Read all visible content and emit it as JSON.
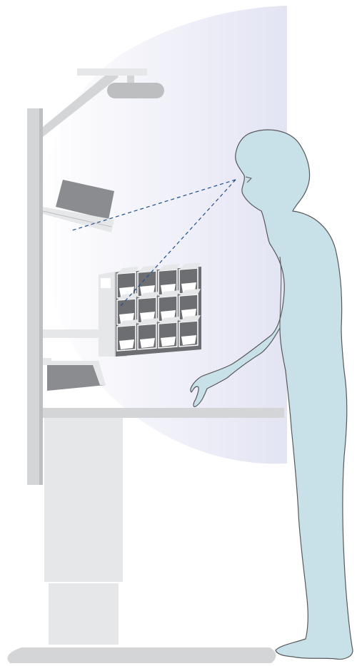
{
  "diagram": {
    "kind": "ergonomic-workstation-side-view",
    "colors": {
      "reach_zone": "#e3e4f3",
      "reach_zone_edge": "#ffffff",
      "frame": "#d4d5d7",
      "frame_light": "#e6e7e8",
      "frame_shadow": "#bdbec0",
      "person_fill": "#c8e0e8",
      "person_outline": "#58595b",
      "monitor_dark": "#8b8c8f",
      "bin_face": "#ffffff",
      "bin_interior": "#6d6e71",
      "sightline": "#1f4e8c"
    },
    "sightline_style": "dashed",
    "bin_rack": {
      "rows": 3,
      "columns": 4
    },
    "parts": [
      "overhead-light",
      "upright-post",
      "monitor-shelf",
      "parts-bin-rack",
      "lower-shelf",
      "work-surface",
      "pedestal-leg",
      "base-foot",
      "operator-figure",
      "sightlines"
    ]
  }
}
